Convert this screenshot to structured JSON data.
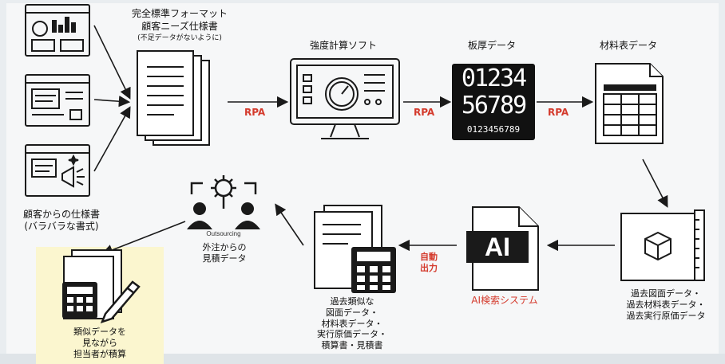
{
  "nodes": {
    "customer_specs": {
      "label": "顧客からの仕様書\n(バラバラな書式)"
    },
    "standard_format": {
      "label_line1": "完全標準フォーマット",
      "label_line2": "顧客ニーズ仕様書",
      "label_note": "(不足データがないように)"
    },
    "strength_software": {
      "label": "強度計算ソフト"
    },
    "thickness_data": {
      "label": "板厚データ",
      "digits_top": "01234",
      "digits_mid": "56789",
      "digits_bottom": "0123456789"
    },
    "material_table": {
      "label": "材料表データ"
    },
    "past_drawings": {
      "label": "過去図面データ・\n過去材料表データ・\n過去実行原価データ"
    },
    "ai_search": {
      "label": "AI検索システム",
      "icon_text": "AI"
    },
    "past_similar": {
      "label": "過去類似な\n図面データ・\n材料表データ・\n実行原価データ・\n積算書・見積書"
    },
    "outsourcing": {
      "label": "外注からの\n見積データ",
      "icon_caption": "Outsourcing"
    },
    "estimator": {
      "label": "類似データを\n見ながら\n担当者が積算"
    }
  },
  "edges": {
    "rpa_1": "RPA",
    "rpa_2": "RPA",
    "rpa_3": "RPA",
    "auto_output": "自動\n出力"
  },
  "colors": {
    "accent_red": "#d43a2c",
    "line_dark": "#1a1a1a",
    "note_bg": "#fbf6cf"
  }
}
